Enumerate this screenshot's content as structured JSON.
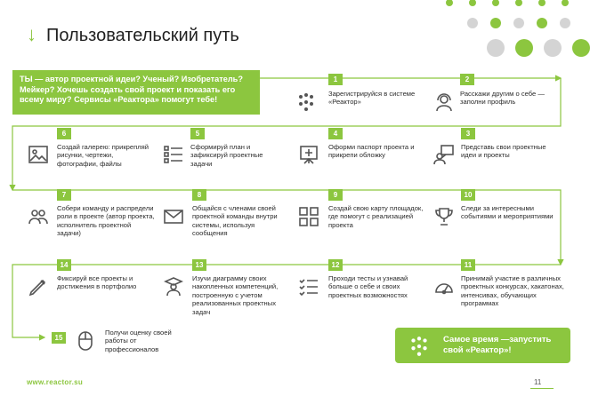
{
  "header": {
    "arrow_glyph": "↓",
    "title": "Пользовательский путь"
  },
  "intro": {
    "text": "ТЫ — автор проектной идеи? Ученый? Изобретатель? Мейкер? Хочешь создать свой проект и показать его всему миру? Сервисы «Реактора» помогут тебе!"
  },
  "steps": [
    {
      "num": "1",
      "icon": "dots-logo-icon",
      "text": "Зарегистрируйся в системе «Реактор»"
    },
    {
      "num": "2",
      "icon": "support-person-icon",
      "text": "Расскажи другим о себе — заполни профиль"
    },
    {
      "num": "3",
      "icon": "presentation-icon",
      "text": "Представь свои проектные идеи и проекты"
    },
    {
      "num": "4",
      "icon": "easel-icon",
      "text": "Оформи паспорт проекта и прикрепи обложку"
    },
    {
      "num": "5",
      "icon": "checklist-icon",
      "text": "Сформируй план и зафиксируй проектные задачи"
    },
    {
      "num": "6",
      "icon": "gallery-icon",
      "text": "Создай галерею: прикрепляй рисунки, чертежи, фотографии, файлы"
    },
    {
      "num": "7",
      "icon": "team-icon",
      "text": "Собери команду и распредели роли в проекте (автор проекта, исполнитель проектной задачи)"
    },
    {
      "num": "8",
      "icon": "mail-icon",
      "text": "Общайся с членами своей проектной команды внутри системы, используя сообщения"
    },
    {
      "num": "9",
      "icon": "map-icon",
      "text": "Создай свою карту площадок, где помогут с реализацией проекта"
    },
    {
      "num": "10",
      "icon": "trophy-icon",
      "text": "Следи за интересными событиями и мероприятиями"
    },
    {
      "num": "11",
      "icon": "gauge-icon",
      "text": "Принимай участие в различных проектных конкурсах, хакатонах, интенсивах, обучающих программах"
    },
    {
      "num": "12",
      "icon": "test-list-icon",
      "text": "Проходи тесты и узнавай больше о себе и своих проектных возможностях"
    },
    {
      "num": "13",
      "icon": "student-icon",
      "text": "Изучи диаграмму своих накопленных компетенций, построенную с учетом реализованных проектных задач"
    },
    {
      "num": "14",
      "icon": "pencil-icon",
      "text": "Фиксируй все проекты и достижения в портфолио"
    },
    {
      "num": "15",
      "icon": "mouse-icon",
      "text": "Получи оценку своей работы от профессионалов"
    }
  ],
  "cta": {
    "text": "Самое время —запустить свой «Реактор»!"
  },
  "footer": {
    "url": "www.reactor.su",
    "page_number": "11"
  },
  "colors": {
    "accent": "#8cc63f",
    "text": "#2b2b2b"
  }
}
